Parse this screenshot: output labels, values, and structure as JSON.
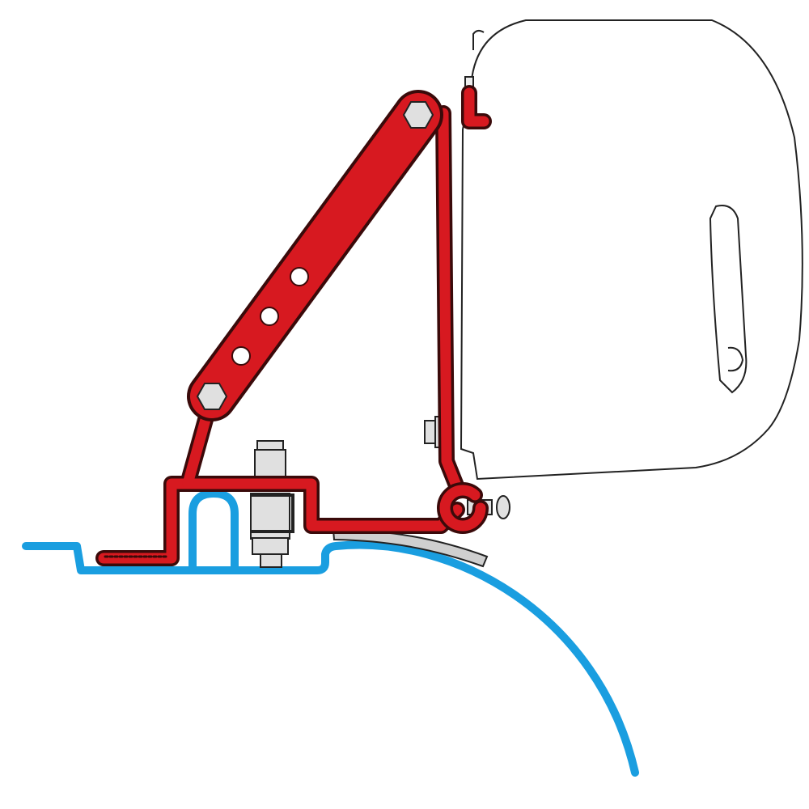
{
  "diagram": {
    "colors": {
      "bracket": "#d71920",
      "bracket_outline": "#3a0a0a",
      "roof": "#1a9ee0",
      "hardware": "#dcdcdc",
      "awning_outline": "#222222"
    },
    "parts": [
      "roof-profile",
      "mounting-bracket",
      "diagonal-strut",
      "awning-case",
      "bolts",
      "spacer-strip"
    ]
  }
}
